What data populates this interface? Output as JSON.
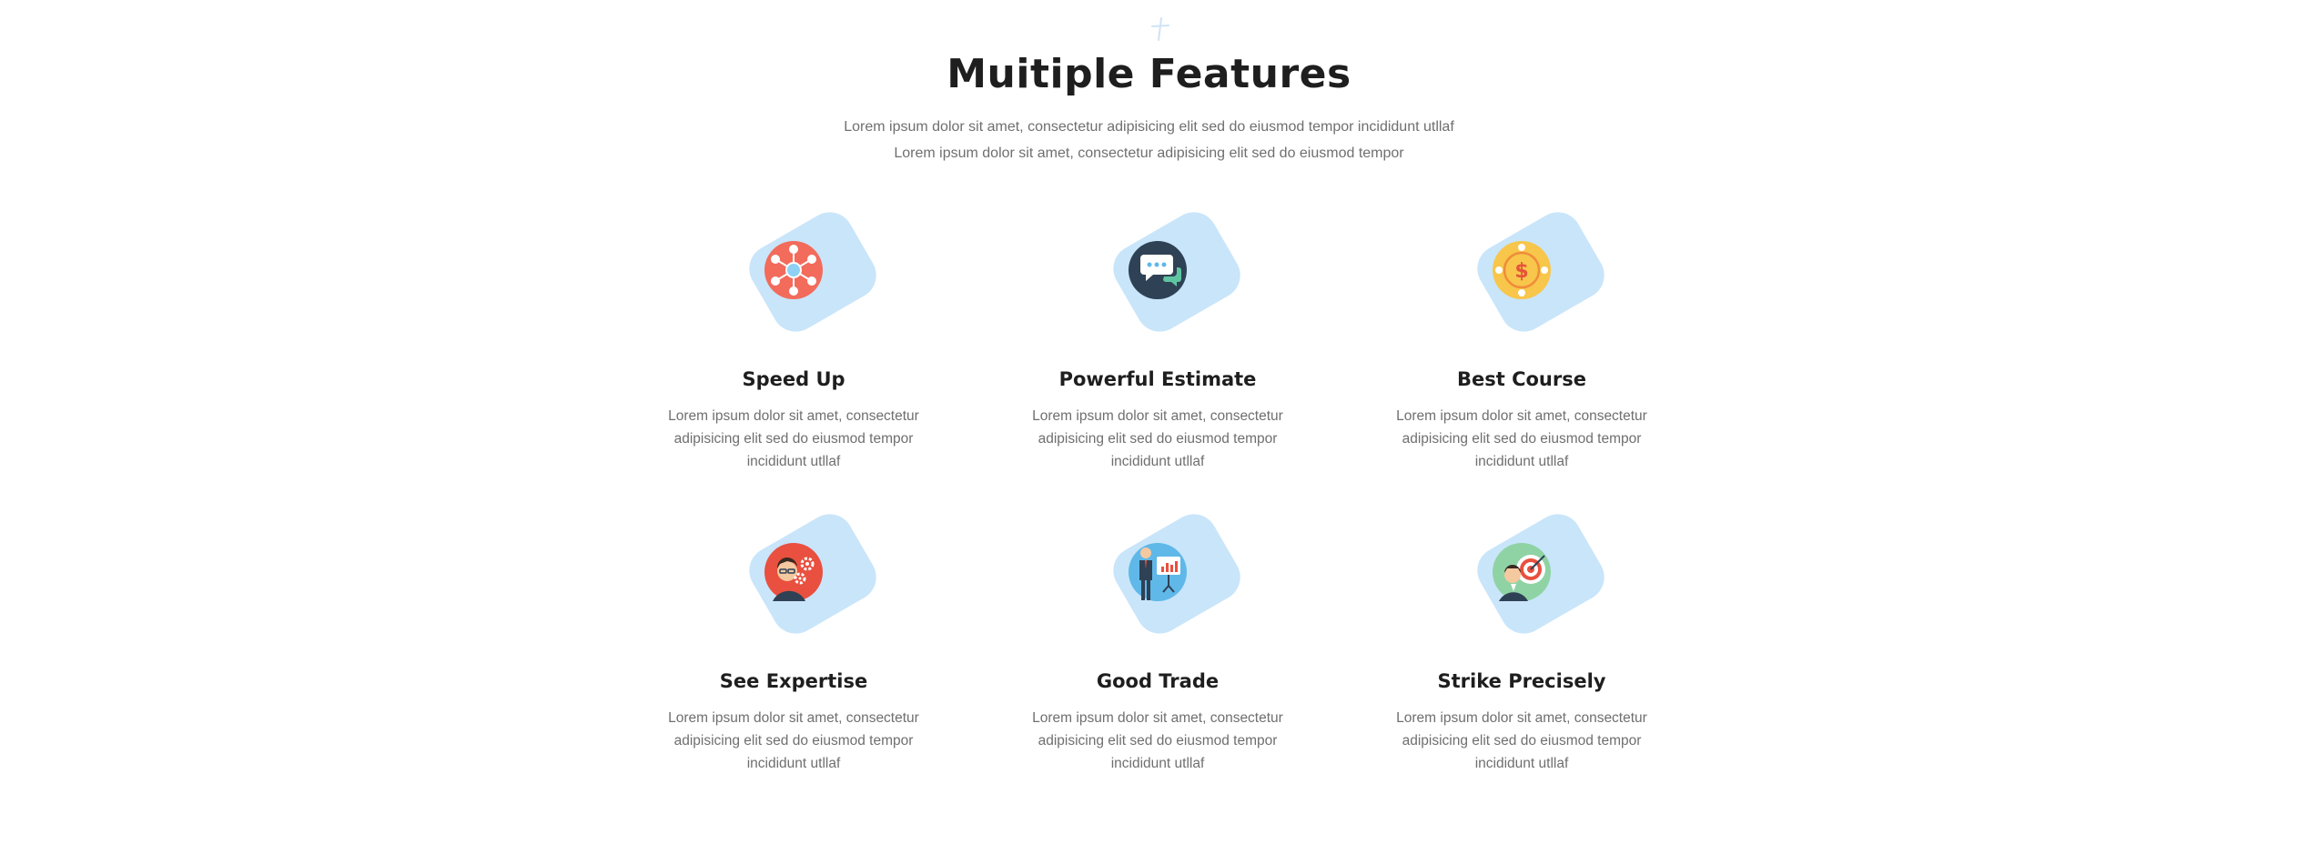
{
  "section": {
    "title": "Muitiple Features",
    "subtitle_line1": "Lorem ipsum dolor sit amet, consectetur adipisicing elit sed do eiusmod tempor incididunt utllaf",
    "subtitle_line2": "Lorem ipsum dolor sit amet, consectetur adipisicing elit sed do eiusmod tempor"
  },
  "features": [
    {
      "title": "Speed Up",
      "description": "Lorem ipsum dolor sit amet, consectetur adipisicing elit sed do eiusmod tempor incididunt utllaf",
      "icon": "network-nodes-icon",
      "icon_color": "#f26b5b"
    },
    {
      "title": "Powerful Estimate",
      "description": "Lorem ipsum dolor sit amet, consectetur adipisicing elit sed do eiusmod tempor incididunt utllaf",
      "icon": "chat-bubbles-icon",
      "icon_color": "#2f4154"
    },
    {
      "title": "Best Course",
      "description": "Lorem ipsum dolor sit amet, consectetur adipisicing elit sed do eiusmod tempor incididunt utllaf",
      "icon": "dollar-coin-icon",
      "icon_color": "#f7c64a"
    },
    {
      "title": "See Expertise",
      "description": "Lorem ipsum dolor sit amet, consectetur adipisicing elit sed do eiusmod tempor incididunt utllaf",
      "icon": "expert-gears-icon",
      "icon_color": "#e9503f"
    },
    {
      "title": "Good Trade",
      "description": "Lorem ipsum dolor sit amet, consectetur adipisicing elit sed do eiusmod tempor incididunt utllaf",
      "icon": "presentation-chart-icon",
      "icon_color": "#5fb8e8"
    },
    {
      "title": "Strike Precisely",
      "description": "Lorem ipsum dolor sit amet, consectetur adipisicing elit sed do eiusmod tempor incididunt utllaf",
      "icon": "target-bullseye-icon",
      "icon_color": "#8fd3a5"
    }
  ],
  "colors": {
    "tile": "#c9e5fa",
    "title_text": "#1e1e1e",
    "body_text": "#6f6f6f"
  }
}
